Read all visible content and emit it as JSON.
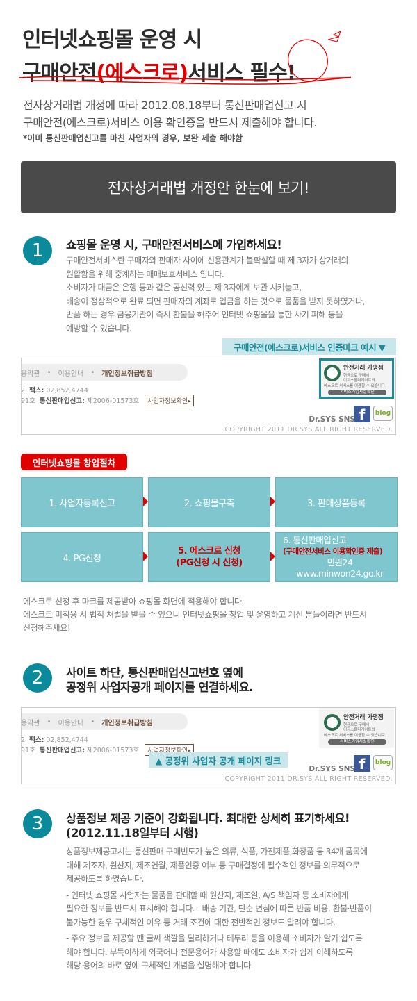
{
  "header": {
    "title_line1": "인터넷쇼핑몰 운영 시",
    "title_line2_a": "구매안전",
    "title_line2_red": "(에스크로)",
    "title_line2_b": "서비스 필수!",
    "subtitle_line1": "전자상거래법 개정에 따라 2012.08.18부터 통신판매업신고 시",
    "subtitle_line2": "구매안전(에스크로)서비스 이용 확인증을 반드시 제출해야 합니다.",
    "note": "*이미 통신판매업신고를 마친 사업자의 경우, 보완 제출 해야함",
    "accent_red": "#e10000"
  },
  "law_button": "전자상거래법 개정안 한눈에 보기!",
  "section1": {
    "number": "1",
    "title": "쇼핑몰 운영 시, 구매안전서비스에 가입하세요!",
    "body": [
      "구매안전서비스란 구매자와 판매자 사이에 신용관계가 불확실할 때 제 3자가 상거래의",
      "원활함을 위해 중계하는 매매보호서비스 입니다.",
      "소비자가 대금은 은행 등과 같은 공신력 있는 제 3자에게 보관 시켜놓고,",
      "배송이 정상적으로 완료 되면 판매자의 계좌로 입금을 하는 것으로 물품을 받지 못하였거나,",
      "반품 하는 경우 금융기관이 즉시 환불을 해주어 인터넷 쇼핑몰을 통한 사기 피해 등을",
      "예방할 수 있습니다."
    ],
    "cert_label": "구매안전(에스크로)서비스 인증마크 예시 ▼"
  },
  "footer_sample": {
    "nav": [
      "용약관",
      "이용안내",
      "개인정보취급방침"
    ],
    "info_line1_a": "2",
    "fax_label": "팩스:",
    "fax": "02,852,4744",
    "info_line2_a": "91호",
    "report_label": "통신판매업신고:",
    "report_no": "제2006-01573호",
    "biz_button": "사업자정보확인▸",
    "cert_title": "안전거래 가맹점",
    "cert_lines": [
      "현금으로 구매시",
      "이지스올더게이트의",
      "에스크로 서비스를 이용할 수 있습니다."
    ],
    "cert_button": "서비스가입사실확인",
    "sns": "Dr.SYS SNS",
    "facebook": "f",
    "blog": "blog",
    "copyright": "COPYRIGHT 2011 DR.SYS ALL RIGHT RESERVED."
  },
  "procedure": {
    "label": "인터넷쇼핑몰 창업절차",
    "steps": [
      {
        "text": "1. 사업자등록신고"
      },
      {
        "text": "2. 쇼핑몰구축"
      },
      {
        "text": "3. 판매상품등록"
      },
      {
        "text": "4. PG신청"
      },
      {
        "text": "5. 에스크로 신청",
        "sub": "(PG신청 시 신청)"
      },
      {
        "text": "6. 통신판매업신고",
        "sub": "(구매안전서비스 이용확인증 제출)",
        "extra": "민원24 www.minwon24.go.kr"
      }
    ],
    "notes": [
      "에스크로 신청 후 마크를 제공받아 쇼핑몰 화면에 적용해야 합니다.",
      "에스크로 미적용 시 법적 처벌을 받을 수 있으니 인터넷쇼핑몰 창업 및 운영하고 계신 분들이라면 반드시",
      "신청해주세요!"
    ]
  },
  "section2": {
    "number": "2",
    "title_line1": "사이트 하단, 통신판매업신고번호 옆에",
    "title_line2": "공정위 사업자공개 페이지를 연결하세요.",
    "link_label": "▲ 공정위 사업자 공개 페이지 링크"
  },
  "section3": {
    "number": "3",
    "title_line1": "상품정보 제공 기준이 강화됩니다. 최대한 상세히 표기하세요!",
    "title_line2": "(2012.11.18일부터 시행)",
    "body": [
      "상품정보제공고시는 통신판매 구매빈도가 높은 의류, 식품, 가전제품,화장품 등 34개 품목에",
      "대해 제조자, 원산지, 제조연월, 제품인증 여부 등 구매결정에 필수적인 정보를 의무적으로",
      "제공하도록 하였습니다.",
      "- 인터넷 쇼핑몰 사업자는 물품을 판매할 때 원산지, 제조일, A/S 책임자 등 소비자에게",
      "필요한 정보를 반드시 표시해야 합니다. - 배송 기간, 단순 변심에 따른 반품 비용, 환불·반품이",
      "불가능한 경우 구체적인 이유 등 거래 조건에 대한 전반적인 정보도 알려야 합니다.",
      " - 주요 정보를 제공할 땐 글씨 색깔을 달리하거나 테두리 등을 이용해 소비자가 알기 쉽도록",
      "해야 합니다. 부득이하게 외국어나 전문용어가 사용할 때에도 소비자가 쉽게 이해하도록",
      "해당 용어의 바로 옆에 구체적인 개념을 설명해야 합니다."
    ]
  }
}
